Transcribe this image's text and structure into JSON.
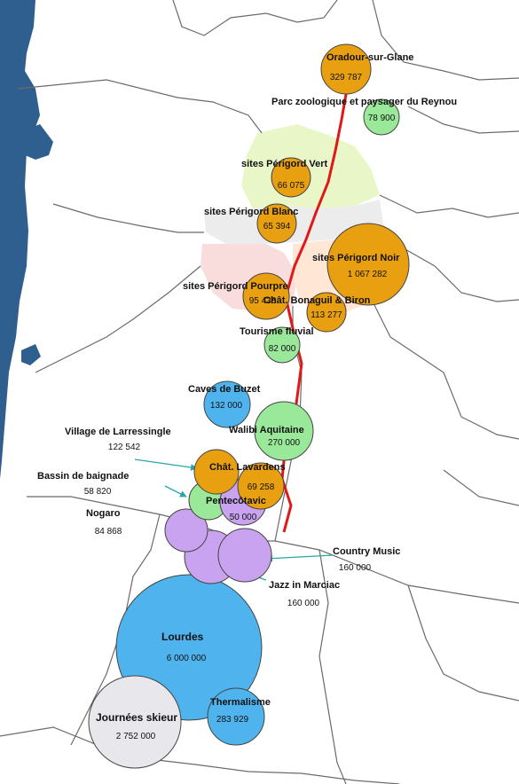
{
  "map": {
    "colors": {
      "sea": "#2f5f8f",
      "land": "#ffffff",
      "border": "#6b6b6b",
      "route": "#e01818",
      "arrow": "#2aa6a6",
      "monument": "#e8a010",
      "park": "#9ae89a",
      "event": "#c9a3ef",
      "water": "#4fb4ee",
      "ski": "#e8e8ec",
      "perigord_vert": "#e9f7c8",
      "perigord_blanc": "#ececec",
      "perigord_noir": "#ffe6d5",
      "perigord_pourpre": "#f9dddd"
    }
  },
  "sites": [
    {
      "id": "oradour",
      "name": "Oradour-sur-Glane",
      "value": "329 787",
      "category": "monument"
    },
    {
      "id": "reynou",
      "name": "Parc zoologique et paysager du Reynou",
      "value": "78 900",
      "category": "park"
    },
    {
      "id": "vert",
      "name": "sites Périgord Vert",
      "value": "66 075",
      "category": "monument"
    },
    {
      "id": "blanc",
      "name": "sites Périgord Blanc",
      "value": "65 394",
      "category": "monument"
    },
    {
      "id": "noir",
      "name": "sites Périgord Noir",
      "value": "1 067 282",
      "category": "monument"
    },
    {
      "id": "pourpre",
      "name": "sites Périgord Pourpre",
      "value": "95 438",
      "category": "monument"
    },
    {
      "id": "bonaguil",
      "name": "Chât. Bonaguil & Biron",
      "value": "113 277",
      "category": "monument"
    },
    {
      "id": "fluvial",
      "name": "Tourisme fluvial",
      "value": "82 000",
      "category": "park"
    },
    {
      "id": "buzet",
      "name": "Caves de Buzet",
      "value": "132 000",
      "category": "water"
    },
    {
      "id": "walibi",
      "name": "Walibi Aquitaine",
      "value": "270 000",
      "category": "park"
    },
    {
      "id": "larressingle",
      "name": "Village de Larressingle",
      "value": "122 542",
      "category": "monument"
    },
    {
      "id": "lavardens",
      "name": "Chât. Lavardens",
      "value": "69 258",
      "category": "monument"
    },
    {
      "id": "bassin",
      "name": "Bassin de baignade",
      "value": "58 820",
      "category": "park"
    },
    {
      "id": "pentecotavic",
      "name": "Pentecôtavic",
      "value": "50 000",
      "category": "event"
    },
    {
      "id": "nogaro",
      "name": "Nogaro",
      "value": "84 868",
      "category": "event"
    },
    {
      "id": "country",
      "name": "Country Music",
      "value": "160 000",
      "category": "event"
    },
    {
      "id": "jazz",
      "name": "Jazz in Marciac",
      "value": "160 000",
      "category": "event"
    },
    {
      "id": "lourdes",
      "name": "Lourdes",
      "value": "6 000 000",
      "category": "water"
    },
    {
      "id": "thermalisme",
      "name": "Thermalisme",
      "value": "283 929",
      "category": "water"
    },
    {
      "id": "ski",
      "name": "Journées skieur",
      "value": "2 752 000",
      "category": "ski"
    }
  ]
}
